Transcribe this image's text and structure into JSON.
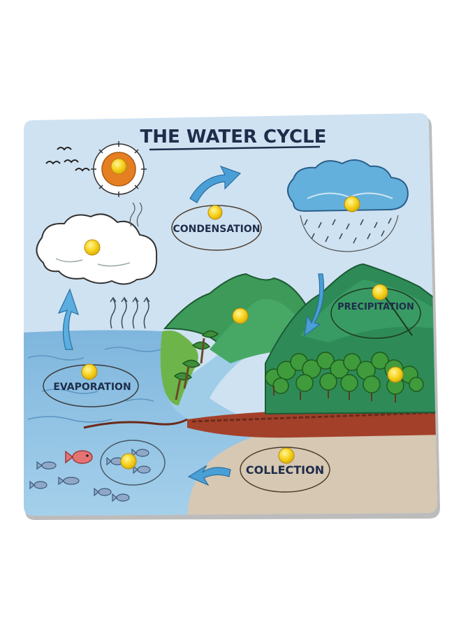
{
  "puzzle": {
    "title": "THE WATER CYCLE",
    "labels": {
      "condensation": "CONDENSATION",
      "precipitation": "PRECIPITATION",
      "evaporation": "EVAPORATION",
      "collection": "COLLECTION"
    }
  },
  "colors": {
    "sky": "#c9def0",
    "water": "#8fc3e3",
    "hill": "#2e8b57",
    "sand": "#d9ccb8",
    "peg": "#f6d21c",
    "soil": "#a5432a"
  },
  "icons": [
    "sun-icon",
    "cloud-icon",
    "rain-cloud-icon",
    "arrow-icon",
    "bird-icon",
    "fish-icon",
    "tree-icon",
    "peg-knob"
  ]
}
